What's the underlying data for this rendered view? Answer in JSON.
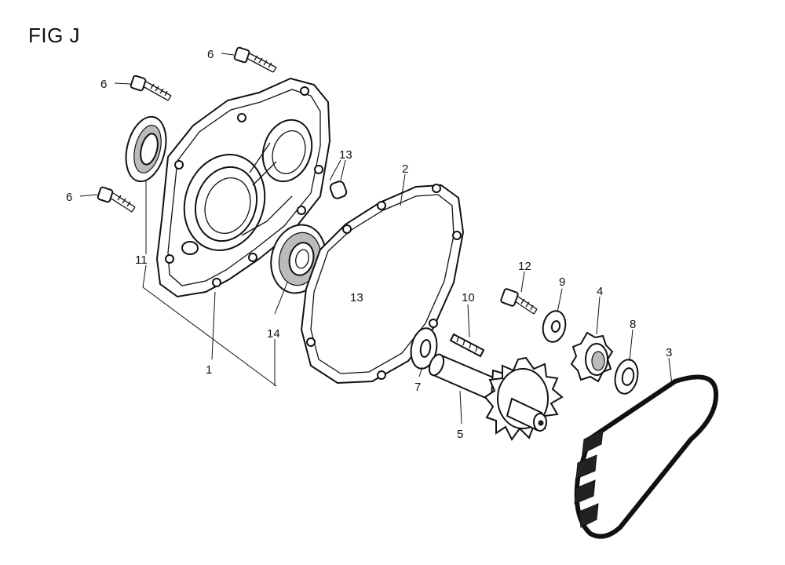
{
  "figure": {
    "title": "FIG J"
  },
  "callouts": [
    {
      "key": "bolt-top",
      "label": "6"
    },
    {
      "key": "bolt-mid",
      "label": "6"
    },
    {
      "key": "bolt-low",
      "label": "6"
    },
    {
      "key": "dowel-upper",
      "label": "13"
    },
    {
      "key": "gasket",
      "label": "2"
    },
    {
      "key": "oil-seal",
      "label": "11"
    },
    {
      "key": "dowel-lower",
      "label": "13"
    },
    {
      "key": "bearing",
      "label": "14"
    },
    {
      "key": "case-cover",
      "label": "1"
    },
    {
      "key": "flange-bolt",
      "label": "12"
    },
    {
      "key": "pin",
      "label": "10"
    },
    {
      "key": "washer-9",
      "label": "9"
    },
    {
      "key": "small-sprocket",
      "label": "4"
    },
    {
      "key": "washer-8",
      "label": "8"
    },
    {
      "key": "chain",
      "label": "3"
    },
    {
      "key": "washer-7",
      "label": "7"
    },
    {
      "key": "shaft-sprocket",
      "label": "5"
    }
  ]
}
